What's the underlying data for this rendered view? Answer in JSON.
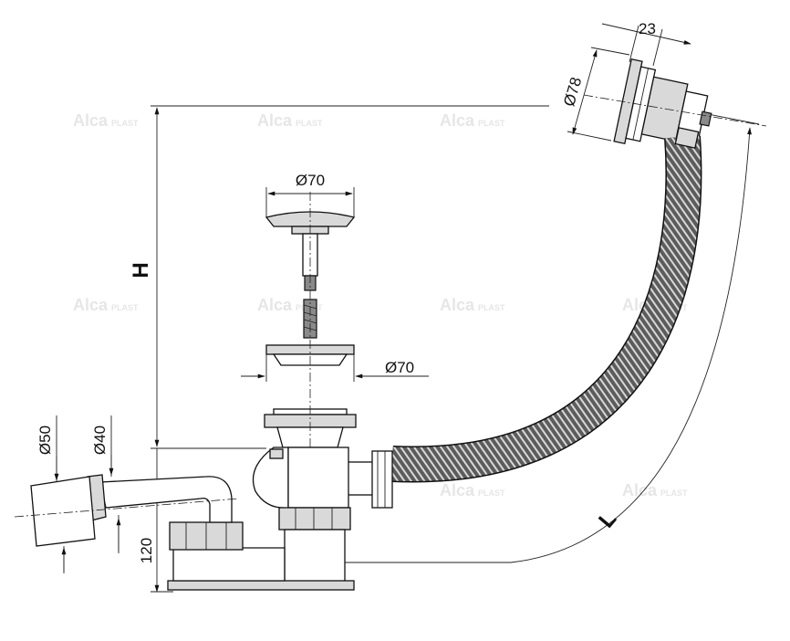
{
  "watermark": {
    "brand_main": "Alca",
    "brand_sub": "PLAST"
  },
  "dimensions": {
    "height_label": "H",
    "length_label": "L",
    "trap_height": "120",
    "overflow_depth": "23",
    "overflow_diameter": "Ø78",
    "plug_diameter": "Ø70",
    "flange_diameter": "Ø70",
    "outlet_outer_diameter": "Ø50",
    "outlet_inner_diameter": "Ø40"
  }
}
